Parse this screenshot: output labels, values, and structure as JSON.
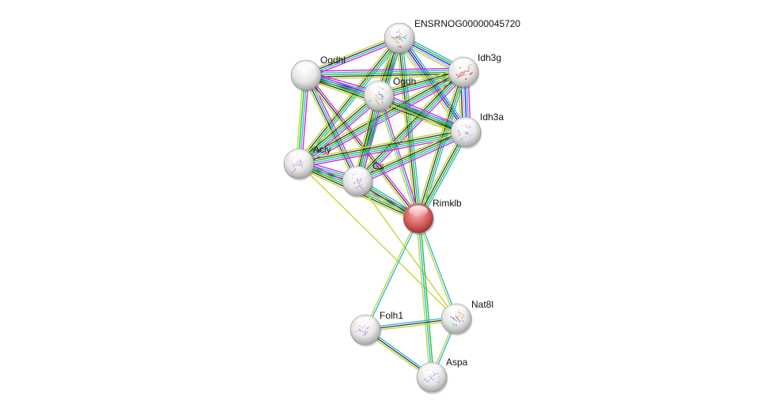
{
  "evidence_colors": {
    "experiments": "#d61ed6",
    "databases": "#22b4dc",
    "neighborhood": "#1fbf1f",
    "coexpression": "#333333",
    "textmining": "#bcd62a",
    "cooccurrence": "#2020ee",
    "homology": "#a8a8f0"
  },
  "nodes": [
    {
      "id": "ENSRNOG00000045720",
      "label": "ENSRNOG00000045720",
      "color": "#e8e8e8",
      "structure": "rainbow"
    },
    {
      "id": "Ogdhl",
      "label": "Ogdhl",
      "color": "#e8e8e8",
      "structure": "none"
    },
    {
      "id": "Idh3g",
      "label": "Idh3g",
      "color": "#e8e8e8",
      "structure": "red"
    },
    {
      "id": "Ogdh",
      "label": "Ogdh",
      "color": "#e8e8e8",
      "structure": "rainbow"
    },
    {
      "id": "Idh3a",
      "label": "Idh3a",
      "color": "#e8e8e8",
      "structure": "purple"
    },
    {
      "id": "Acly",
      "label": "Acly",
      "color": "#e8e8e8",
      "structure": "purple"
    },
    {
      "id": "Cs",
      "label": "Cs",
      "color": "#e8e8e8",
      "structure": "purple"
    },
    {
      "id": "Rimklb",
      "label": "Rimklb",
      "color": "#d95f5f",
      "structure": "none"
    },
    {
      "id": "Folh1",
      "label": "Folh1",
      "color": "#e8e8e8",
      "structure": "purple"
    },
    {
      "id": "Nat8l",
      "label": "Nat8l",
      "color": "#e8e8e8",
      "structure": "rainbow"
    },
    {
      "id": "Aspa",
      "label": "Aspa",
      "color": "#e8e8e8",
      "structure": "purple"
    }
  ],
  "edges": [
    {
      "a": "ENSRNOG00000045720",
      "b": "Ogdhl",
      "ev": [
        "experiments",
        "databases",
        "coexpression",
        "textmining"
      ]
    },
    {
      "a": "ENSRNOG00000045720",
      "b": "Idh3g",
      "ev": [
        "databases",
        "neighborhood",
        "cooccurrence",
        "homology",
        "textmining"
      ]
    },
    {
      "a": "ENSRNOG00000045720",
      "b": "Ogdh",
      "ev": [
        "experiments",
        "databases",
        "neighborhood",
        "coexpression",
        "textmining"
      ]
    },
    {
      "a": "ENSRNOG00000045720",
      "b": "Idh3a",
      "ev": [
        "databases",
        "cooccurrence",
        "coexpression",
        "homology",
        "textmining"
      ]
    },
    {
      "a": "ENSRNOG00000045720",
      "b": "Acly",
      "ev": [
        "databases",
        "neighborhood",
        "coexpression",
        "textmining"
      ]
    },
    {
      "a": "ENSRNOG00000045720",
      "b": "Cs",
      "ev": [
        "databases",
        "neighborhood",
        "coexpression",
        "textmining"
      ]
    },
    {
      "a": "ENSRNOG00000045720",
      "b": "Rimklb",
      "ev": [
        "databases",
        "neighborhood",
        "coexpression",
        "textmining"
      ]
    },
    {
      "a": "Ogdhl",
      "b": "Idh3g",
      "ev": [
        "experiments",
        "databases",
        "neighborhood",
        "coexpression",
        "textmining"
      ]
    },
    {
      "a": "Ogdhl",
      "b": "Ogdh",
      "ev": [
        "experiments",
        "databases",
        "cooccurrence",
        "coexpression",
        "textmining"
      ]
    },
    {
      "a": "Ogdhl",
      "b": "Idh3a",
      "ev": [
        "experiments",
        "databases",
        "neighborhood",
        "coexpression",
        "textmining"
      ]
    },
    {
      "a": "Ogdhl",
      "b": "Acly",
      "ev": [
        "experiments",
        "databases",
        "neighborhood",
        "textmining"
      ]
    },
    {
      "a": "Ogdhl",
      "b": "Cs",
      "ev": [
        "experiments",
        "databases",
        "coexpression",
        "textmining"
      ]
    },
    {
      "a": "Ogdhl",
      "b": "Rimklb",
      "ev": [
        "experiments",
        "coexpression",
        "textmining"
      ]
    },
    {
      "a": "Idh3g",
      "b": "Ogdh",
      "ev": [
        "experiments",
        "databases",
        "neighborhood",
        "coexpression",
        "textmining"
      ]
    },
    {
      "a": "Idh3g",
      "b": "Idh3a",
      "ev": [
        "experiments",
        "databases",
        "cooccurrence",
        "homology",
        "coexpression",
        "textmining"
      ]
    },
    {
      "a": "Idh3g",
      "b": "Acly",
      "ev": [
        "experiments",
        "databases",
        "neighborhood",
        "coexpression",
        "textmining"
      ]
    },
    {
      "a": "Idh3g",
      "b": "Cs",
      "ev": [
        "experiments",
        "databases",
        "neighborhood",
        "coexpression",
        "textmining"
      ]
    },
    {
      "a": "Idh3g",
      "b": "Rimklb",
      "ev": [
        "databases",
        "neighborhood",
        "coexpression",
        "textmining"
      ]
    },
    {
      "a": "Ogdh",
      "b": "Idh3a",
      "ev": [
        "experiments",
        "databases",
        "neighborhood",
        "coexpression",
        "textmining"
      ]
    },
    {
      "a": "Ogdh",
      "b": "Acly",
      "ev": [
        "experiments",
        "databases",
        "neighborhood",
        "coexpression",
        "textmining"
      ]
    },
    {
      "a": "Ogdh",
      "b": "Cs",
      "ev": [
        "experiments",
        "databases",
        "neighborhood",
        "coexpression",
        "textmining"
      ]
    },
    {
      "a": "Ogdh",
      "b": "Rimklb",
      "ev": [
        "experiments",
        "databases",
        "textmining"
      ]
    },
    {
      "a": "Idh3a",
      "b": "Acly",
      "ev": [
        "experiments",
        "databases",
        "neighborhood",
        "coexpression",
        "textmining"
      ]
    },
    {
      "a": "Idh3a",
      "b": "Cs",
      "ev": [
        "experiments",
        "databases",
        "neighborhood",
        "coexpression",
        "textmining"
      ]
    },
    {
      "a": "Idh3a",
      "b": "Rimklb",
      "ev": [
        "databases",
        "neighborhood",
        "coexpression",
        "textmining"
      ]
    },
    {
      "a": "Acly",
      "b": "Cs",
      "ev": [
        "experiments",
        "databases",
        "neighborhood",
        "coexpression",
        "textmining"
      ]
    },
    {
      "a": "Acly",
      "b": "Rimklb",
      "ev": [
        "experiments",
        "databases",
        "neighborhood",
        "coexpression",
        "textmining"
      ]
    },
    {
      "a": "Cs",
      "b": "Rimklb",
      "ev": [
        "databases",
        "neighborhood",
        "coexpression",
        "textmining"
      ]
    },
    {
      "a": "Acly",
      "b": "Nat8l",
      "ev": [
        "textmining"
      ]
    },
    {
      "a": "Cs",
      "b": "Nat8l",
      "ev": [
        "textmining"
      ]
    },
    {
      "a": "Rimklb",
      "b": "Folh1",
      "ev": [
        "databases",
        "textmining"
      ]
    },
    {
      "a": "Rimklb",
      "b": "Nat8l",
      "ev": [
        "databases",
        "textmining"
      ]
    },
    {
      "a": "Rimklb",
      "b": "Aspa",
      "ev": [
        "neighborhood",
        "databases",
        "textmining"
      ]
    },
    {
      "a": "Folh1",
      "b": "Nat8l",
      "ev": [
        "databases",
        "coexpression",
        "textmining"
      ]
    },
    {
      "a": "Folh1",
      "b": "Aspa",
      "ev": [
        "databases",
        "coexpression",
        "textmining"
      ]
    },
    {
      "a": "Nat8l",
      "b": "Aspa",
      "ev": [
        "databases",
        "textmining"
      ]
    }
  ]
}
